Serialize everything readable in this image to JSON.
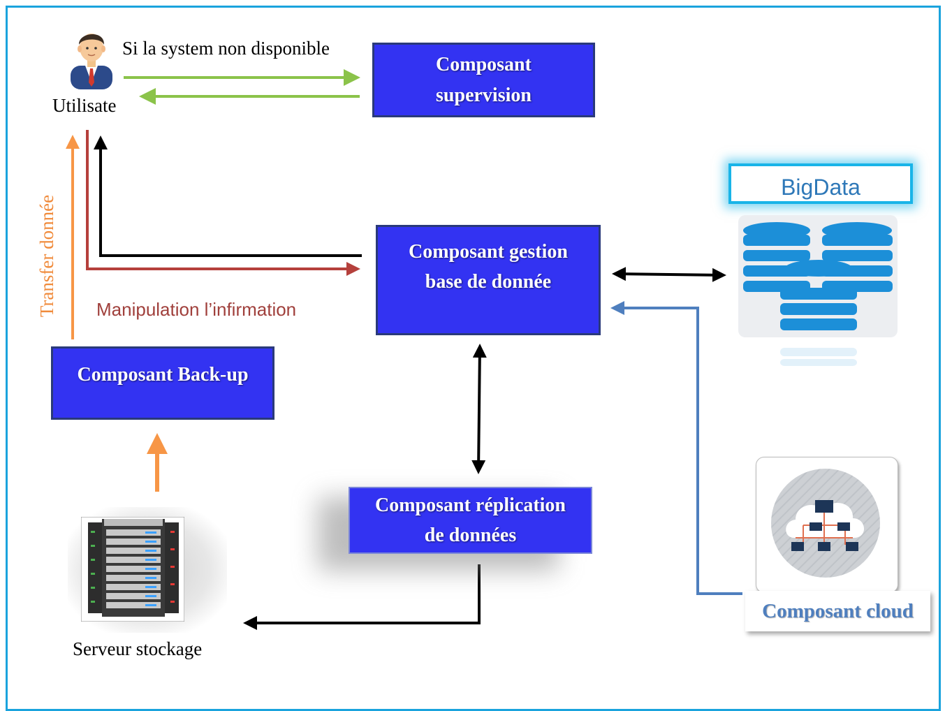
{
  "user": {
    "label": "Utilisate"
  },
  "arrows": {
    "unavailable_label": "Si la system non disponible",
    "manipulation_label": "Manipulation l’infirmation",
    "transfer_label": "Transfer donnée"
  },
  "components": {
    "supervision": {
      "line1": "Composant",
      "line2": "supervision"
    },
    "database": {
      "line1": "Composant gestion",
      "line2": "base de donnée"
    },
    "backup": {
      "label": "Composant Back-up"
    },
    "replication": {
      "line1": "Composant réplication",
      "line2": "de données"
    },
    "cloud": {
      "label": "Composant cloud"
    },
    "bigdata": {
      "label": "BigData"
    },
    "storage": {
      "label": "Serveur stockage"
    }
  },
  "colors": {
    "box_fill": "#3333f2",
    "frame": "#1aa3dd",
    "green_arrow": "#8bc34a",
    "orange_arrow": "#f79646",
    "red_arrow": "#b5403c",
    "blue_arrow": "#4f7fbe",
    "black_arrow": "#000000"
  },
  "icons": [
    "user-avatar-icon",
    "database-icon",
    "cloud-network-icon",
    "server-rack-icon"
  ]
}
